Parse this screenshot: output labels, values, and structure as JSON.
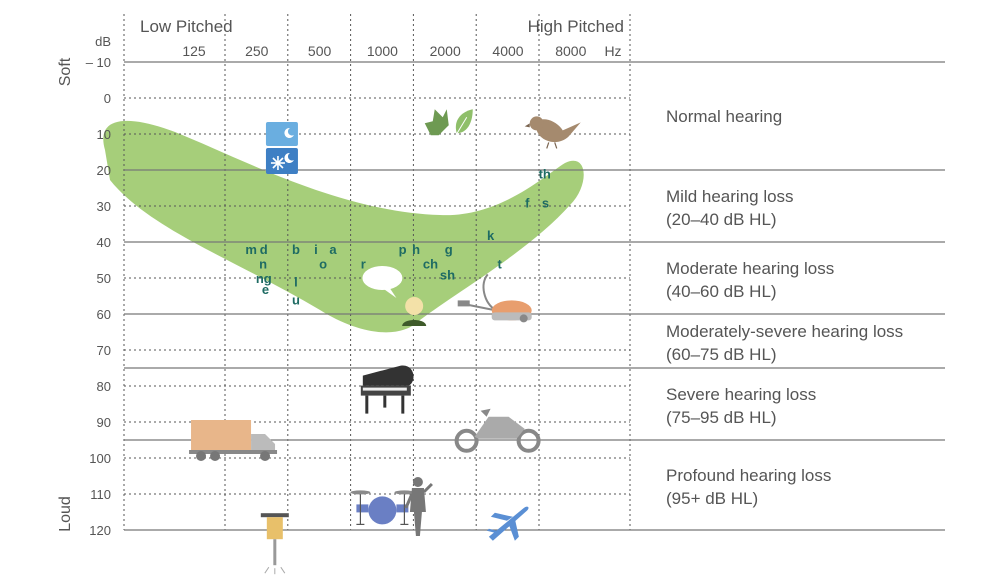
{
  "chart_data": {
    "type": "audiogram",
    "header_left": "Low Pitched",
    "header_right": "High Pitched",
    "y_unit": "dB",
    "x_unit": "Hz",
    "y_top_word": "Soft",
    "y_bottom_word": "Loud",
    "frequency_ticks": [
      "125",
      "250",
      "500",
      "1000",
      "2000",
      "4000",
      "8000"
    ],
    "db_ticks": [
      -10,
      0,
      10,
      20,
      30,
      40,
      50,
      60,
      70,
      80,
      90,
      100,
      110,
      120
    ],
    "db_tick_labels": [
      "– 10",
      "0",
      "10",
      "20",
      "30",
      "40",
      "50",
      "60",
      "70",
      "80",
      "90",
      "100",
      "110",
      "120"
    ],
    "ylim": [
      -10,
      120
    ],
    "grid": true,
    "hearing_bands": [
      {
        "line1": "Normal hearing",
        "line2": "",
        "from_db": -10,
        "to_db": 20
      },
      {
        "line1": "Mild hearing loss",
        "line2": "(20–40 dB HL)",
        "from_db": 20,
        "to_db": 40
      },
      {
        "line1": "Moderate hearing loss",
        "line2": "(40–60 dB HL)",
        "from_db": 40,
        "to_db": 60
      },
      {
        "line1": "Moderately-severe hearing loss",
        "line2": "(60–75 dB HL)",
        "from_db": 60,
        "to_db": 75
      },
      {
        "line1": "Severe hearing loss",
        "line2": "(75–95 dB HL)",
        "from_db": 75,
        "to_db": 95
      },
      {
        "line1": "Profound hearing loss",
        "line2": "(95+ dB HL)",
        "from_db": 95,
        "to_db": 120
      }
    ],
    "speech_sounds": [
      {
        "text": "m",
        "freq": 235,
        "db": 42
      },
      {
        "text": "d",
        "freq": 270,
        "db": 42
      },
      {
        "text": "n",
        "freq": 268,
        "db": 46
      },
      {
        "text": "ng",
        "freq": 270,
        "db": 50
      },
      {
        "text": "e",
        "freq": 275,
        "db": 53
      },
      {
        "text": "b",
        "freq": 385,
        "db": 42
      },
      {
        "text": "l",
        "freq": 385,
        "db": 51
      },
      {
        "text": "u",
        "freq": 385,
        "db": 56
      },
      {
        "text": "i",
        "freq": 480,
        "db": 42
      },
      {
        "text": "a",
        "freq": 580,
        "db": 42
      },
      {
        "text": "o",
        "freq": 520,
        "db": 46
      },
      {
        "text": "r",
        "freq": 810,
        "db": 46
      },
      {
        "text": "p",
        "freq": 1250,
        "db": 42
      },
      {
        "text": "h",
        "freq": 1450,
        "db": 42
      },
      {
        "text": "ch",
        "freq": 1700,
        "db": 46
      },
      {
        "text": "g",
        "freq": 2080,
        "db": 42
      },
      {
        "text": "sh",
        "freq": 2050,
        "db": 49
      },
      {
        "text": "k",
        "freq": 3300,
        "db": 38
      },
      {
        "text": "t",
        "freq": 3650,
        "db": 46
      },
      {
        "text": "f",
        "freq": 4950,
        "db": 29
      },
      {
        "text": "s",
        "freq": 6050,
        "db": 29
      },
      {
        "text": "th",
        "freq": 6000,
        "db": 21
      }
    ],
    "sound_icons": [
      {
        "name": "clock",
        "freq": 330,
        "db": 15
      },
      {
        "name": "leaves",
        "freq": 1990,
        "db": 7
      },
      {
        "name": "bird",
        "freq": 6700,
        "db": 9
      },
      {
        "name": "speech-bubble",
        "freq": 1000,
        "db": 50
      },
      {
        "name": "person",
        "freq": 1420,
        "db": 60
      },
      {
        "name": "vacuum",
        "freq": 3900,
        "db": 59
      },
      {
        "name": "piano",
        "freq": 1050,
        "db": 81
      },
      {
        "name": "truck",
        "freq": 180,
        "db": 95
      },
      {
        "name": "motorcycle",
        "freq": 3450,
        "db": 93
      },
      {
        "name": "jackhammer",
        "freq": 305,
        "db": 122
      },
      {
        "name": "drums",
        "freq": 1000,
        "db": 114
      },
      {
        "name": "singer",
        "freq": 1480,
        "db": 115
      },
      {
        "name": "airplane",
        "freq": 3950,
        "db": 118
      }
    ],
    "colors": {
      "banana": "#9cc96b",
      "speech_letters": "#1e6b63",
      "grid_dashed": "#555555",
      "band_lines": "#777777",
      "text": "#555555"
    }
  }
}
